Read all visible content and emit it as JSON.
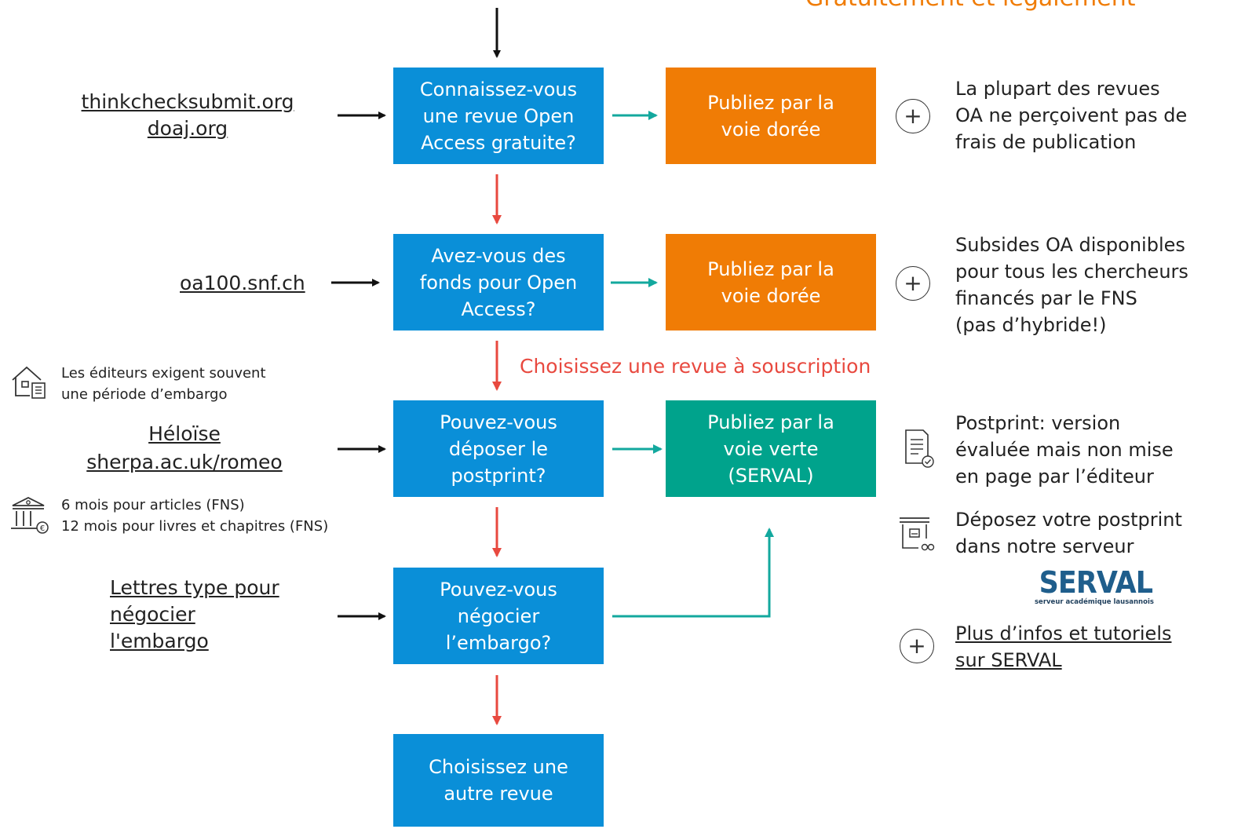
{
  "header": {
    "partial_title": "Gratuitement et légalement"
  },
  "colors": {
    "blue": "#0a8fd8",
    "orange": "#f07c05",
    "green": "#00a38c",
    "red_arrow": "#e8493f",
    "teal_arrow": "#13a89e",
    "title_orange": "#f07c05"
  },
  "questions": {
    "q1": "Connaissez-vous\nune revue Open\nAccess gratuite?",
    "q2": "Avez-vous des\nfonds pour Open\nAccess?",
    "q3": "Pouvez-vous\ndéposer le\npostprint?",
    "q4": "Pouvez-vous\nnégocier\nl’embargo?",
    "q5": "Choisissez une\nautre revue"
  },
  "results": {
    "r1": "Publiez par la\nvoie dorée",
    "r2": "Publiez par la\nvoie dorée",
    "r3": "Publiez par la\nvoie verte\n(SERVAL)"
  },
  "branch_label": "Choisissez une revue à souscription",
  "links": {
    "thinkcheck": "thinkchecksubmit.org",
    "doaj": "doaj.org",
    "oa100": "oa100.snf.ch",
    "heloise": "Héloïse",
    "sherpa": "sherpa.ac.uk/romeo",
    "lettres": "Lettres type pour\nnégocier\nl'embargo"
  },
  "left_notes": {
    "embargo": "Les éditeurs exigent souvent\nune période d’embargo",
    "fns": "6 mois pour articles (FNS)\n12 mois pour livres et chapitres (FNS)"
  },
  "right_notes": {
    "n1": "La plupart des revues\nOA ne perçoivent pas de\nfrais de publication",
    "n2": "Subsides OA disponibles\npour tous les chercheurs\nfinancés par le FNS\n(pas d’hybride!)",
    "n3": "Postprint: version\névaluée mais non mise\nen page par l’éditeur",
    "n4": "Déposez votre postprint\ndans notre serveur",
    "n5": "Plus d’infos et tutoriels\nsur SERVAL"
  },
  "serval_logo": {
    "name": "SERVAL",
    "tagline": "serveur académique lausannois"
  },
  "icons": {
    "plus": "+",
    "house": "house-document-icon",
    "bank": "bank-euro-icon",
    "doc": "document-check-icon",
    "server": "server-deposit-icon"
  }
}
